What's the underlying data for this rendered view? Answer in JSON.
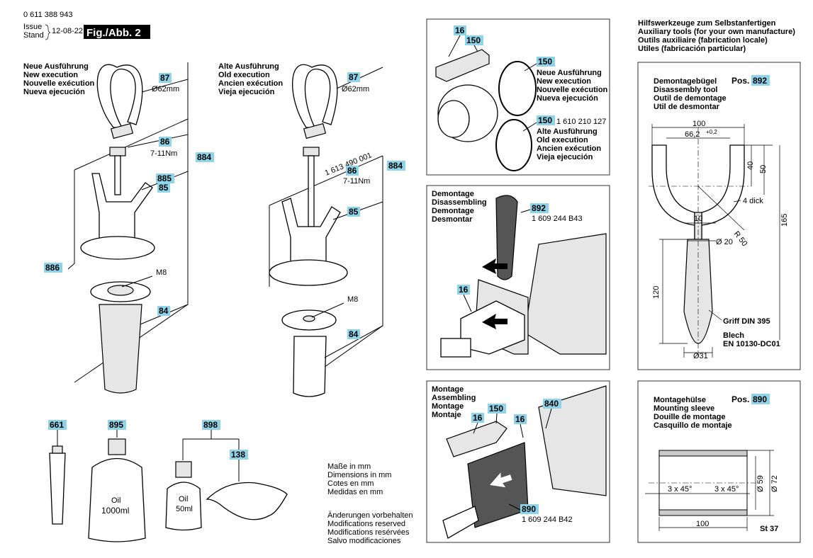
{
  "header": {
    "doc_number": "0 611 388 943",
    "issue_label": "Issue",
    "stand_label": "Stand",
    "date": "12-08-22",
    "figure_label": "Fig./Abb. 2"
  },
  "new_execution": {
    "lines": [
      "Neue Ausführung",
      "New execution",
      "Nouvelle exécution",
      "Nueva ejecución"
    ],
    "callouts": {
      "c87": "87",
      "c86": "86",
      "c885": "885",
      "c85": "85",
      "c884": "884",
      "c886": "886",
      "c84": "84"
    },
    "strap_dia": "Ø62mm",
    "torque": "7-11Nm",
    "bolt": "M8"
  },
  "old_execution": {
    "lines": [
      "Alte Ausführung",
      "Old execution",
      "Ancien exécution",
      "Vieja ejecución"
    ],
    "callouts": {
      "c87": "87",
      "c86": "86",
      "c85": "85",
      "c884": "884",
      "c84": "84"
    },
    "strap_dia": "Ø62mm",
    "part_no": "1 613 490 001",
    "torque": "7-11Nm",
    "bolt": "M8"
  },
  "consumables": {
    "c661": "661",
    "c895": "895",
    "c898": "898",
    "c138": "138",
    "oil_big": [
      "Oil",
      "1000ml"
    ],
    "oil_small": [
      "Oil",
      "50ml"
    ]
  },
  "notes": {
    "dimensions": [
      "Maße in mm",
      "Dimensions in mm",
      "Cotes en mm",
      "Medidas en mm"
    ],
    "modifications": [
      "Änderungen vorbehalten",
      "Modifications reserved",
      "Modifications resérvées",
      "Salvo modificaciones"
    ]
  },
  "ring_panel": {
    "c16": "16",
    "c150a": "150",
    "c150b": "150",
    "c150c": "150",
    "new_lines": [
      "Neue Ausführung",
      "New execution",
      "Nouvelle exécution",
      "Nueva ejecución"
    ],
    "old_part_no": "1 610 210 127",
    "old_lines": [
      "Alte Ausführung",
      "Old execution",
      "Ancien exécution",
      "Vieja ejecución"
    ]
  },
  "disassembly_panel": {
    "lines": [
      "Demontage",
      "Disassembling",
      "Demontage",
      "Desmontar"
    ],
    "c892": "892",
    "part_no": "1 609 244 B43",
    "c16": "16"
  },
  "assembly_panel": {
    "lines": [
      "Montage",
      "Assembling",
      "Montage",
      "Montaje"
    ],
    "c150": "150",
    "c840": "840",
    "c16a": "16",
    "c16b": "16",
    "c890": "890",
    "part_no": "1 609 244 B42"
  },
  "aux_tools": {
    "lines": [
      "Hilfswerkzeuge zum Selbstanfertigen",
      "Auxiliary tools (for your own manufacture)",
      "Outils auxiliaire (fabrication locale)",
      "Utiles (fabricación particular)"
    ]
  },
  "tool_892": {
    "lines": [
      "Demontagebügel",
      "Disassembly tool",
      "Outil de demontage",
      "Util de desmontar"
    ],
    "pos_label": "Pos.",
    "pos_value": "892",
    "dims": {
      "d100": "100",
      "d66": "66,2",
      "d66_tol": "+0,2",
      "d40": "40",
      "d50": "50",
      "d4": "4 dick",
      "d10": "10",
      "r50": "R 50",
      "d20": "Ø 20",
      "d165": "165",
      "d120": "120",
      "d31": "Ø31"
    },
    "griff": "Griff DIN 395",
    "blech": [
      "Blech",
      "EN 10130-DC01"
    ]
  },
  "tool_890": {
    "lines": [
      "Montagehülse",
      "Mounting sleeve",
      "Douille de montage",
      "Casquillo de montaje"
    ],
    "pos_label": "Pos.",
    "pos_value": "890",
    "dims": {
      "d59": "Ø 59",
      "d72": "Ø 72",
      "ch1": "3 x 45°",
      "ch2": "3 x 45°",
      "d100": "100"
    },
    "material": "St 37"
  }
}
